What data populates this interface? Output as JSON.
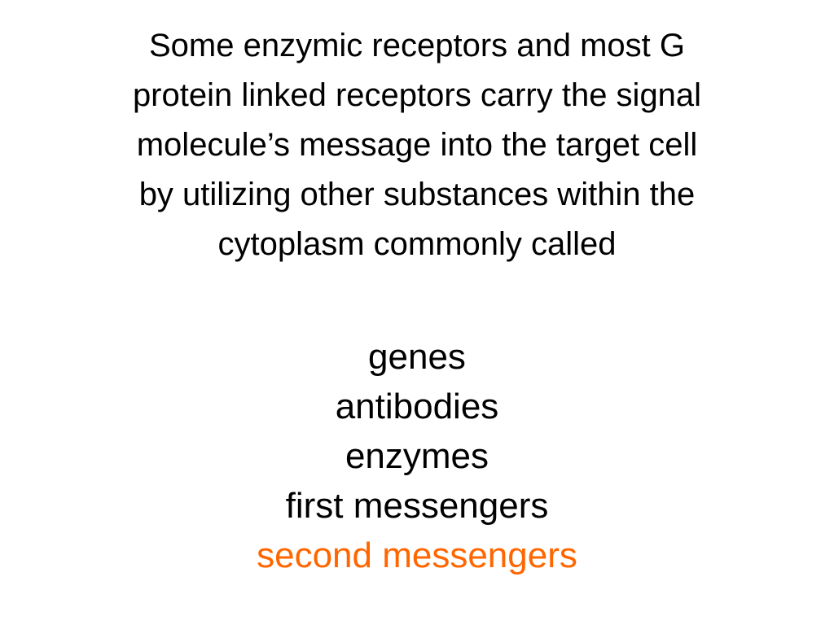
{
  "slide": {
    "question_lines": [
      "Some enzymic receptors and most G",
      "protein linked receptors carry the signal",
      "molecule’s message into the target cell",
      "by utilizing other substances within the",
      "cytoplasm commonly called"
    ],
    "answers": [
      {
        "label": "genes",
        "correct": false
      },
      {
        "label": "antibodies",
        "correct": false
      },
      {
        "label": "enzymes",
        "correct": false
      },
      {
        "label": "first messengers",
        "correct": false
      },
      {
        "label": "second messengers",
        "correct": true
      }
    ],
    "colors": {
      "text": "#000000",
      "highlight": "#ff6600",
      "background": "#ffffff"
    }
  }
}
